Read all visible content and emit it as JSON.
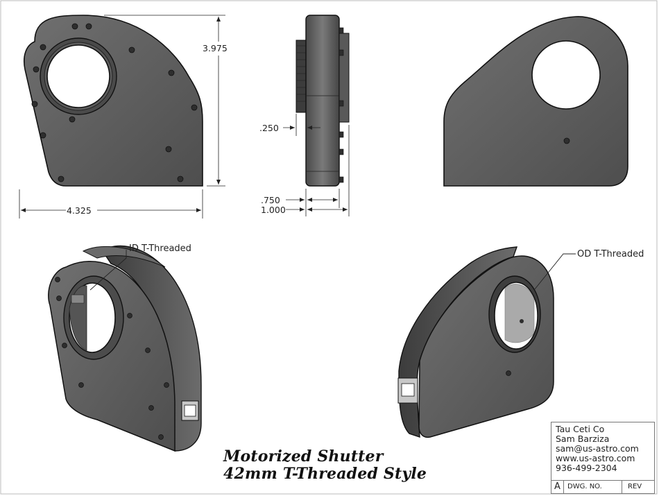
{
  "views": {
    "front": {
      "width_dim": "4.325",
      "height_dim": "3.975"
    },
    "side": {
      "flange_dim": ".250",
      "body_dim": ".750",
      "total_dim": "1.000"
    }
  },
  "callouts": {
    "id_thread": "ID T-Threaded",
    "od_thread": "OD T-Threaded"
  },
  "title": {
    "line1": "Motorized Shutter",
    "line2": "42mm T-Threaded Style"
  },
  "title_block": {
    "company": "Tau Ceti Co",
    "name": "Sam Barziza",
    "email": "sam@us-astro.com",
    "website": "www.us-astro.com",
    "phone": "936-499-2304",
    "size": "A",
    "dwg_no_label": "DWG. NO.",
    "rev_label": "REV"
  },
  "colors": {
    "body": "#5e5e5e",
    "body_dark": "#3a3a3a",
    "outline": "#111111",
    "dimension": "#222222"
  }
}
